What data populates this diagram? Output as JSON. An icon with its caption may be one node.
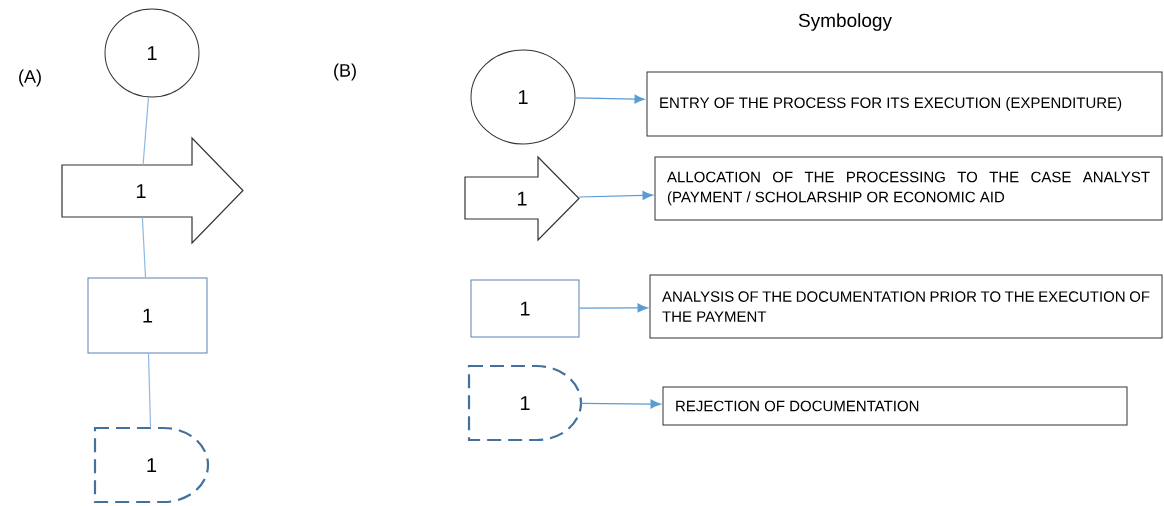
{
  "diagram": {
    "title": "Symbology",
    "nodes": [
      {
        "text": [
          "1"
        ]
      },
      {
        "text": [
          "1"
        ]
      },
      {
        "text": [
          "1"
        ]
      },
      {
        "text": [
          "1"
        ]
      },
      {
        "text": [
          "1"
        ]
      },
      {
        "text": [
          "ENTRY OF THE PROCESS FOR ITS EXECUTION (EXPENDITURE)"
        ]
      },
      {
        "text": [
          "1"
        ]
      },
      {
        "text": [
          "ALLOCATION OF THE PROCESSING TO THE CASE ANALYST (PAYMENT / SCHOLARSHIP OR ECONOMIC AID"
        ]
      },
      {
        "text": [
          "1"
        ]
      },
      {
        "text": [
          "ANALYSIS OF THE DOCUMENTATION PRIOR TO THE EXECUTION OF THE PAYMENT"
        ]
      },
      {
        "text": [
          "1"
        ]
      },
      {
        "text": [
          "REJECTION OF DOCUMENTATION"
        ]
      }
    ],
    "edges": [
      {
        "from": 0,
        "to": 1,
        "arrow": "none"
      },
      {
        "from": 1,
        "to": 2,
        "arrow": "none"
      },
      {
        "from": 2,
        "to": 3,
        "arrow": "none"
      },
      {
        "from": 4,
        "to": 5,
        "arrow": "to"
      },
      {
        "from": 6,
        "to": 7,
        "arrow": "to"
      },
      {
        "from": 8,
        "to": 9,
        "arrow": "to"
      },
      {
        "from": 10,
        "to": 11,
        "arrow": "to"
      }
    ],
    "labels": [
      "(A)",
      "(B)"
    ]
  }
}
